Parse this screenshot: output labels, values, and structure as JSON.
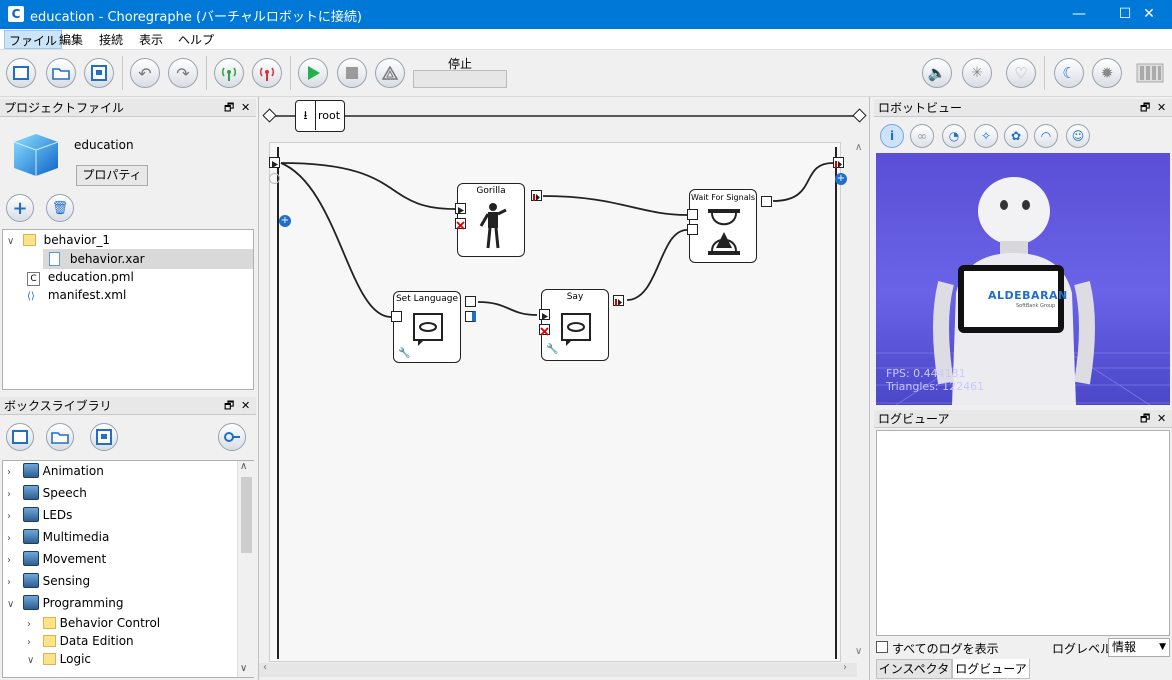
{
  "window": {
    "title": "education - Choregraphe (バーチャルロボットに接続)",
    "app_icon": "C"
  },
  "menu": [
    "ファイル",
    "編集",
    "接続",
    "表示",
    "ヘルプ"
  ],
  "toolbar": {
    "status_label": "停止"
  },
  "project_panel": {
    "title": "プロジェクトファイル",
    "project_name": "education",
    "properties_button": "プロパティ",
    "tree": [
      {
        "label": "behavior_1",
        "type": "folder"
      },
      {
        "label": "behavior.xar",
        "type": "file",
        "selected": true
      },
      {
        "label": "education.pml",
        "type": "pml"
      },
      {
        "label": "manifest.xml",
        "type": "xml"
      }
    ]
  },
  "library_panel": {
    "title": "ボックスライブラリ",
    "items": [
      {
        "label": "Animation"
      },
      {
        "label": "Speech"
      },
      {
        "label": "LEDs"
      },
      {
        "label": "Multimedia"
      },
      {
        "label": "Movement"
      },
      {
        "label": "Sensing"
      },
      {
        "label": "Programming"
      },
      {
        "label": "Behavior Control"
      },
      {
        "label": "Data Edition"
      },
      {
        "label": "Logic"
      }
    ]
  },
  "canvas": {
    "breadcrumb": "root",
    "boxes": {
      "gorilla": "Gorilla",
      "wait": "Wait For Signals",
      "set_language": "Set Language",
      "say": "Say"
    }
  },
  "robot_view": {
    "title": "ロボットビュー",
    "fps": "FPS: 0.444131",
    "triangles": "Triangles: 122461",
    "tablet_brand": "ALDEBARAN",
    "tablet_sub": "SoftBank Group"
  },
  "log_viewer": {
    "title": "ログビューア",
    "show_all_label": "すべてのログを表示",
    "level_label": "ログレベル:",
    "level_value": "情報",
    "tabs": [
      "インスペクタ",
      "ログビューア"
    ]
  },
  "colors": {
    "titlebar": "#0078d7",
    "robot_bg": "#5a4fd6",
    "accent": "#1f6fc8"
  }
}
